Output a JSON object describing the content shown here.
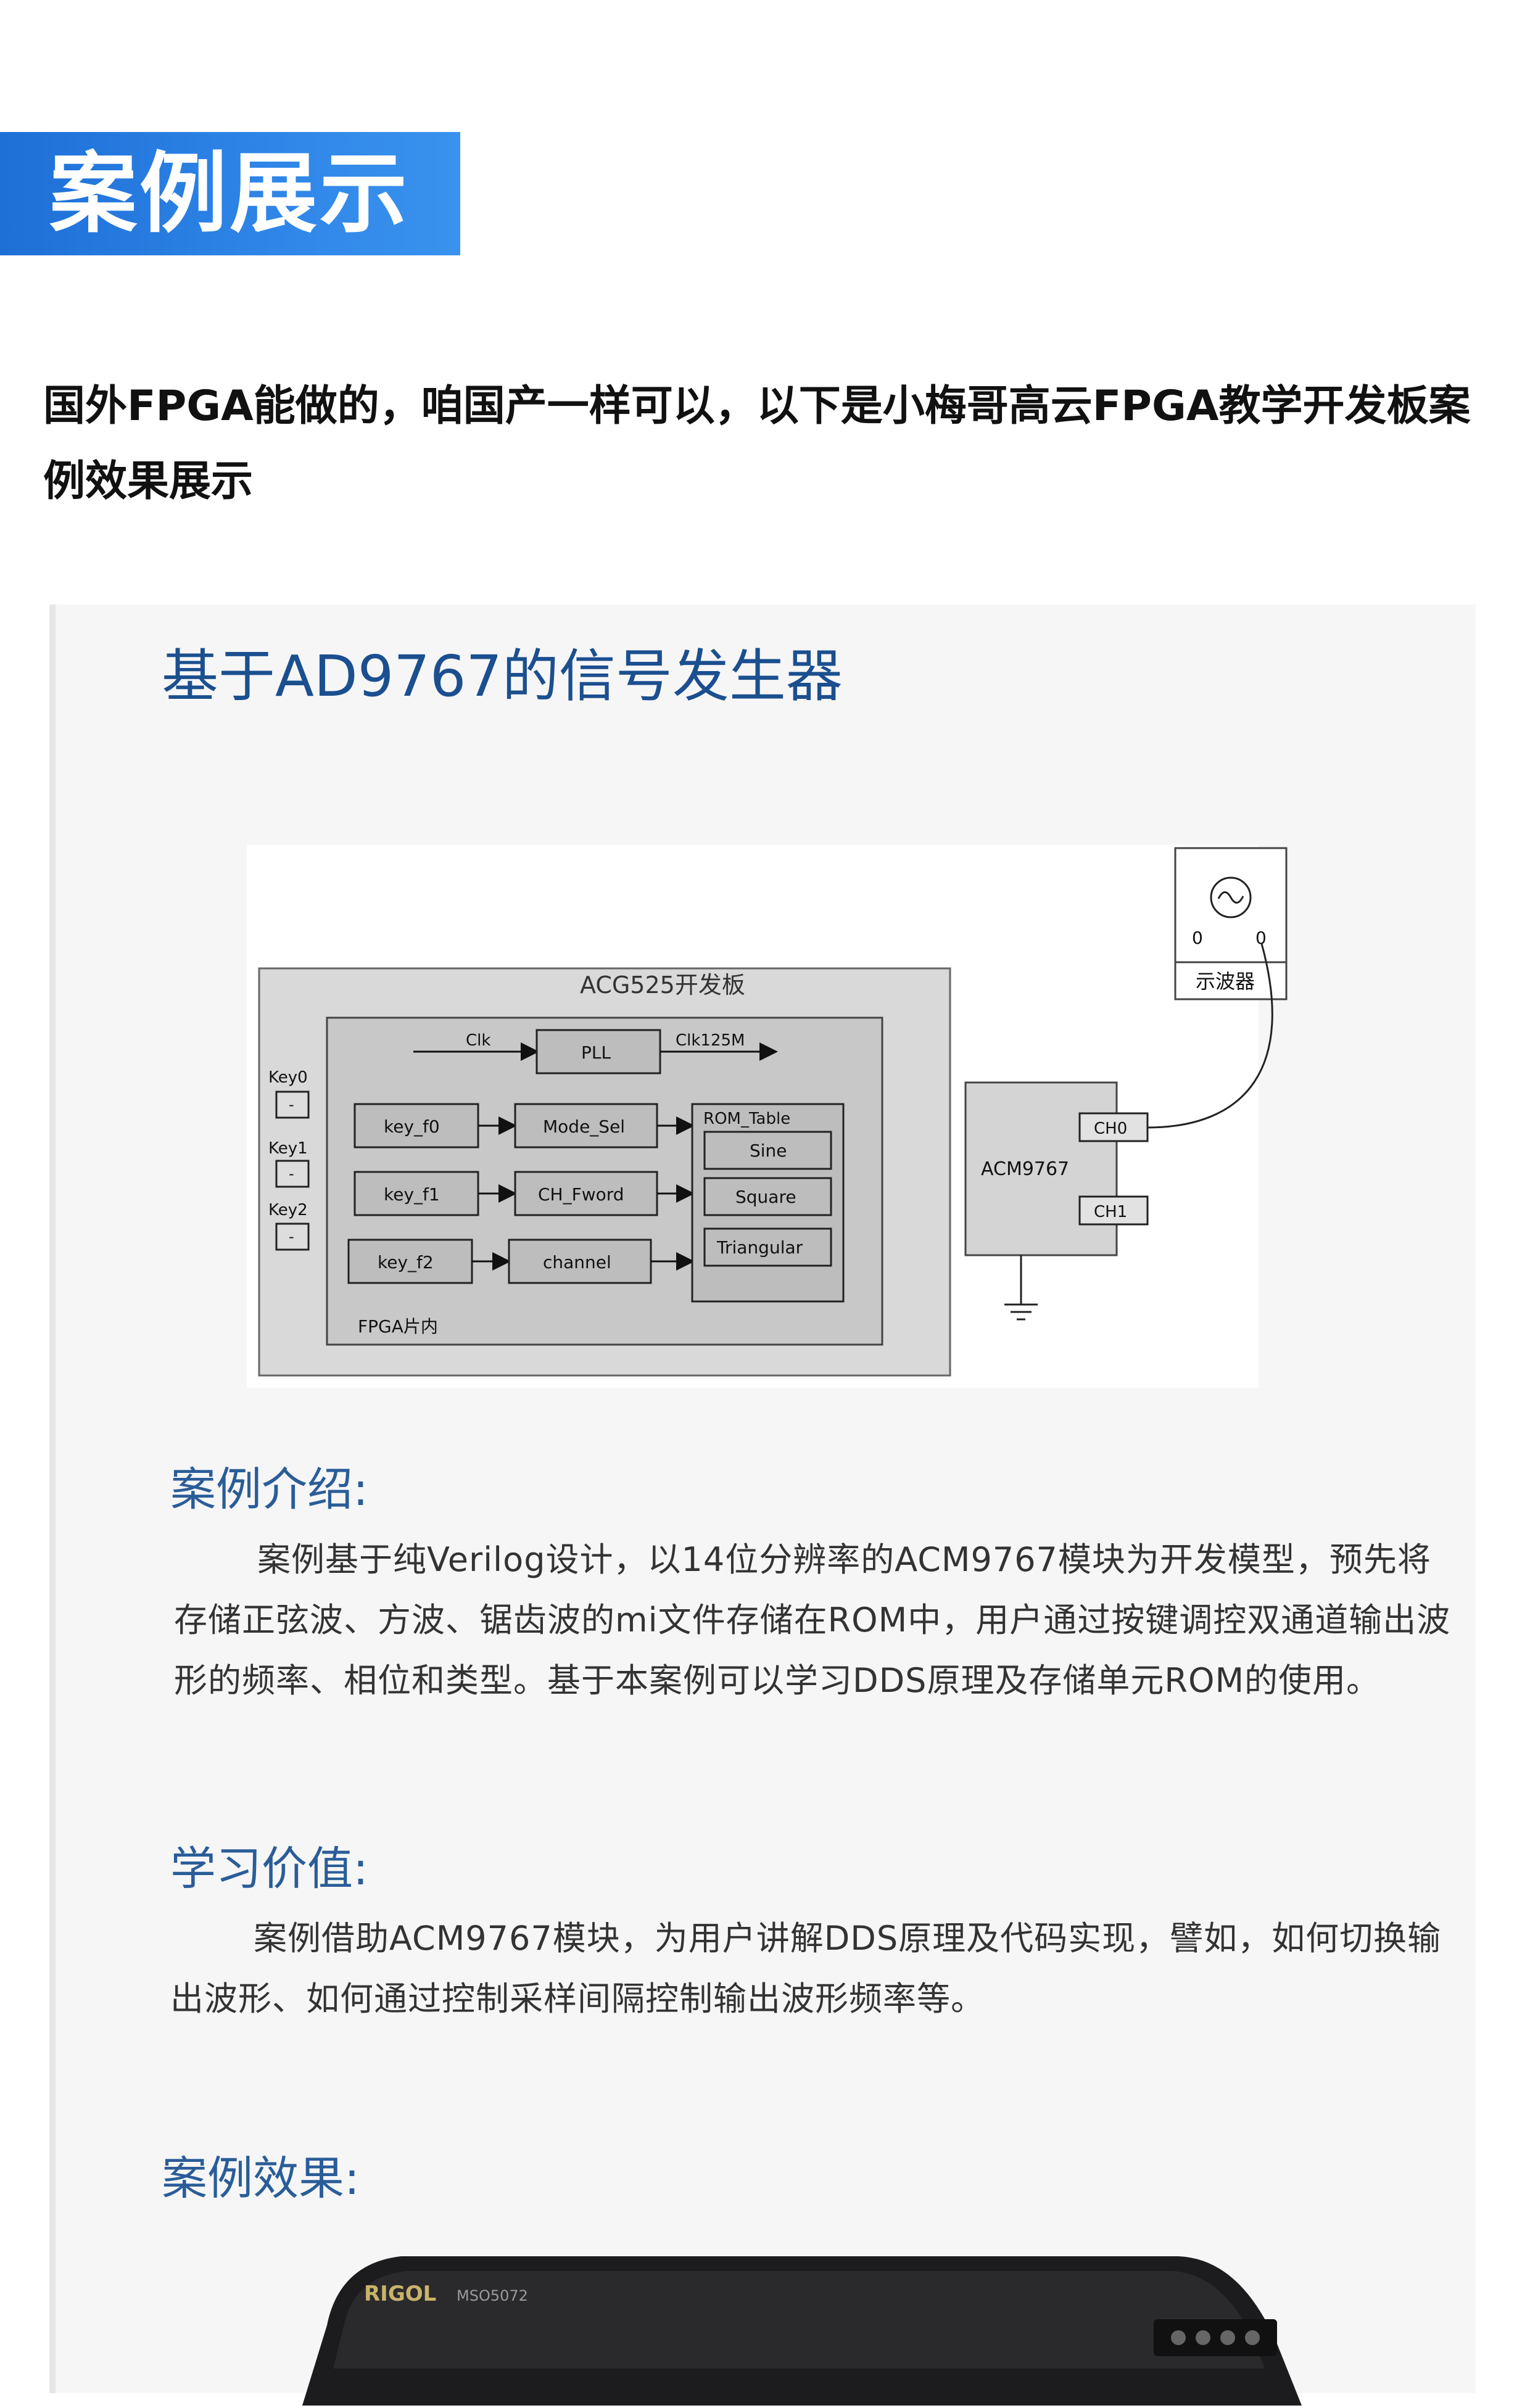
{
  "banner": {
    "title": "案例展示"
  },
  "intro": {
    "text": "国外FPGA能做的，咱国产一样可以，以下是小梅哥高云FPGA教学开发板案例效果展示"
  },
  "card": {
    "title": "基于AD9767的信号发生器",
    "diagram": {
      "board_label": "ACG525开发板",
      "fpga_label": "FPGA片内",
      "clk_label": "Clk",
      "pll_label": "PLL",
      "clk125_label": "Clk125M",
      "keys": [
        "Key0",
        "Key1",
        "Key2"
      ],
      "key_symbol": "-",
      "key_modules": [
        "key_f0",
        "key_f1",
        "key_f2"
      ],
      "mid_modules": [
        "Mode_Sel",
        "CH_Fword",
        "channel"
      ],
      "rom_label": "ROM_Table",
      "rom_items": [
        "Sine",
        "Square",
        "Triangular"
      ],
      "dac_label": "ACM9767",
      "ch0_label": "CH0",
      "ch1_label": "CH1",
      "scope_label": "示波器",
      "scope_terminals": [
        "0",
        "0"
      ]
    },
    "intro_heading": "案例介绍:",
    "intro_text": "案例基于纯Verilog设计，以14位分辨率的ACM9767模块为开发模型，预先将存储正弦波、方波、锯齿波的mi文件存储在ROM中，用户通过按键调控双通道输出波形的频率、相位和类型。基于本案例可以学习DDS原理及存储单元ROM的使用。",
    "value_heading": "学习价值:",
    "value_text": "案例借助ACM9767模块，为用户讲解DDS原理及代码实现，譬如，如何切换输出波形、如何通过控制采样间隔控制输出波形频率等。",
    "effect_heading": "案例效果:",
    "scope_brand": "RIGOL",
    "scope_model": "MSO5072"
  },
  "colors": {
    "banner": "#2f86e8",
    "title_blue": "#1b4f8f",
    "heading_blue": "#2a5d98"
  }
}
